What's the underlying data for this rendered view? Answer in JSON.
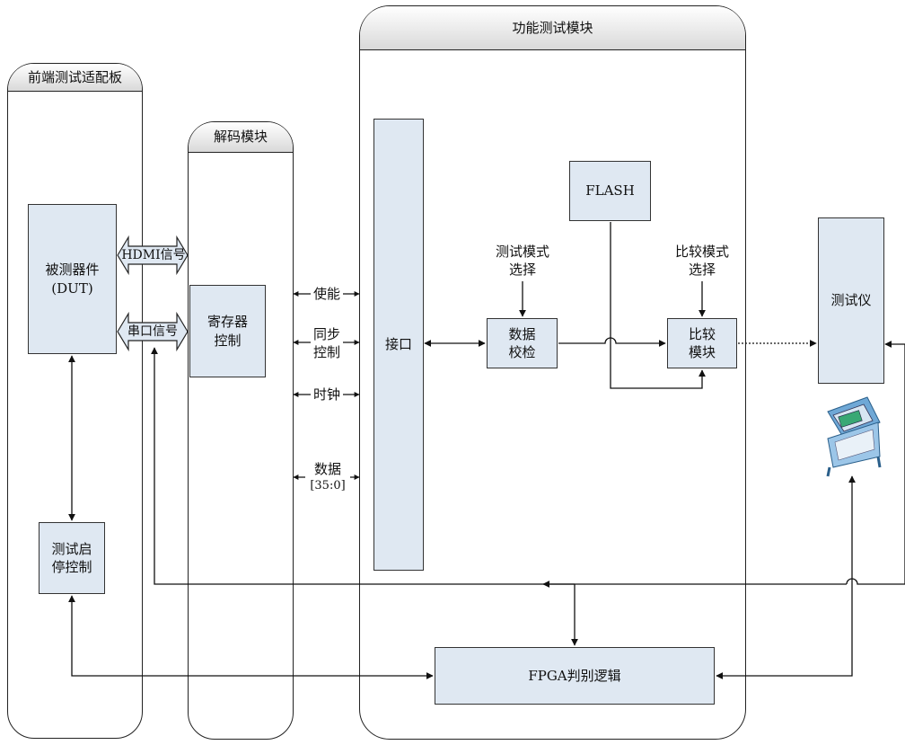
{
  "panels": {
    "front": "前端测试适配板",
    "decode": "解码模块",
    "func": "功能测试模块"
  },
  "boxes": {
    "dut_line1": "被测器件",
    "dut_line2": "(DUT)",
    "start_stop_line1": "测试启",
    "start_stop_line2": "停控制",
    "reg_line1": "寄存器",
    "reg_line2": "控制",
    "interface": "接口",
    "flash": "FLASH",
    "verify_line1": "数据",
    "verify_line2": "校检",
    "compare_line1": "比较",
    "compare_line2": "模块",
    "tester": "测试仪",
    "fpga": "FPGA判别逻辑"
  },
  "labels": {
    "hdmi": "HDMI信号",
    "serial": "串口信号",
    "enable": "使能",
    "sync_line1": "同步",
    "sync_line2": "控制",
    "clock": "时钟",
    "data_line1": "数据",
    "data_line2": "[35:0]",
    "test_mode_line1": "测试模式",
    "test_mode_line2": "选择",
    "compare_mode_line1": "比较模式",
    "compare_mode_line2": "选择"
  },
  "colors": {
    "box_fill": "#dfe8f2",
    "line": "#111111",
    "arrow_fill": "#dfe8f2"
  },
  "icons": {
    "tester_device": "test-instrument-icon"
  }
}
